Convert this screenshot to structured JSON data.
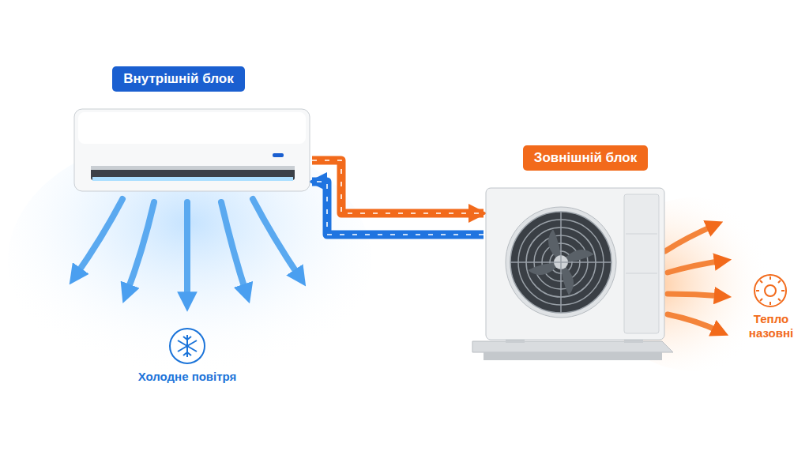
{
  "diagram": {
    "nodes": [
      {
        "text": [
          "Внутрішній блок"
        ]
      },
      {
        "text": [
          "Зовнішній блок"
        ]
      }
    ],
    "edges": [
      {
        "from": 0,
        "to": 1,
        "arrow": "to"
      },
      {
        "from": 1,
        "to": 0,
        "arrow": "to"
      }
    ],
    "labels": [
      "Холодне повітря",
      "Тепло назовні"
    ]
  }
}
